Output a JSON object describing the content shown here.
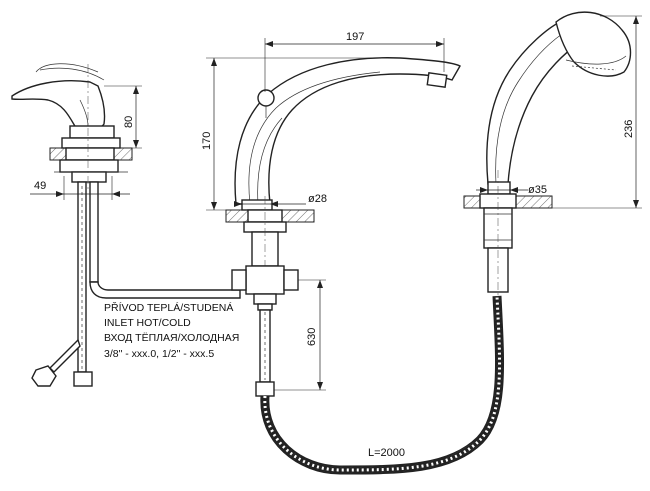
{
  "dimensions": {
    "spout_reach": "197",
    "spout_height": "170",
    "lever_height": "80",
    "lever_base": "49",
    "spout_diameter": "ø28",
    "shower_diameter": "ø35",
    "shower_height": "236",
    "inlet_length": "630",
    "hose_length": "L=2000"
  },
  "inlet_note": [
    "PŘÍVOD TEPLÁ/STUDENÁ",
    "INLET HOT/COLD",
    "ВХОД ТЁПЛАЯ/ХОЛОДНАЯ",
    "3/8\" - xxx.0, 1/2\" - xxx.5"
  ]
}
